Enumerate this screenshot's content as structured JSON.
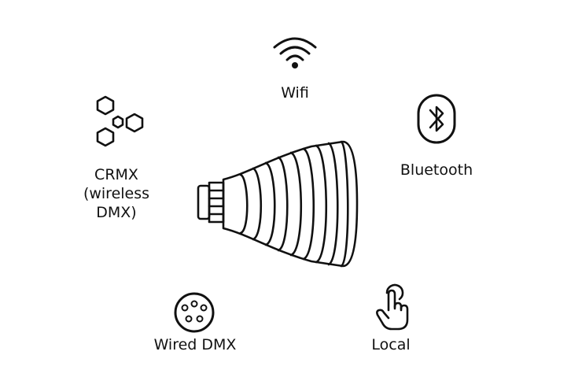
{
  "diagram": {
    "center": {
      "icon": "light-bulb-icon"
    },
    "options": [
      {
        "id": "wifi",
        "label": "Wifi",
        "icon": "wifi-icon"
      },
      {
        "id": "bluetooth",
        "label": "Bluetooth",
        "icon": "bluetooth-icon"
      },
      {
        "id": "crmx",
        "label_lines": [
          "CRMX",
          "(wireless",
          "DMX)"
        ],
        "icon": "hexagons-icon"
      },
      {
        "id": "wired_dmx",
        "label": "Wired DMX",
        "icon": "dmx-connector-icon"
      },
      {
        "id": "local",
        "label": "Local",
        "icon": "hand-touch-icon"
      }
    ]
  },
  "colors": {
    "ink": "#111111",
    "background": "#ffffff"
  }
}
